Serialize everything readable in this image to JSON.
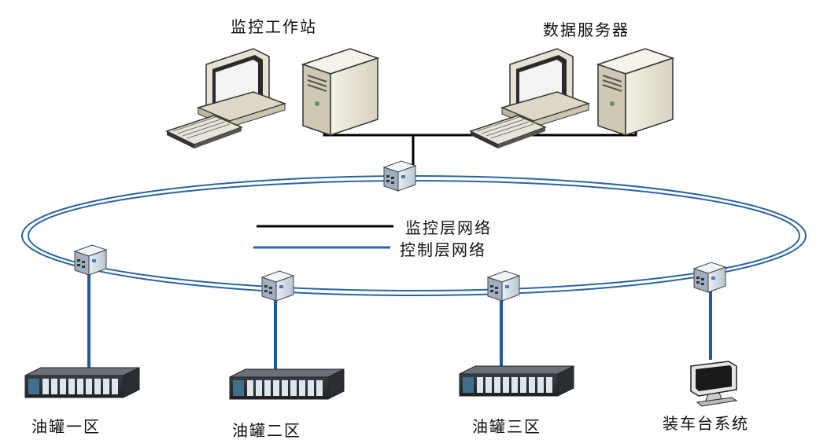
{
  "nodes": {
    "workstation": "监控工作站",
    "data_server": "数据服务器",
    "tank_zone_1": "油罐一区",
    "tank_zone_2": "油罐二区",
    "tank_zone_3": "油罐三区",
    "loading_system": "装车台系统"
  },
  "legend": {
    "monitor_network": "监控层网络",
    "control_network": "控制层网络"
  },
  "colors": {
    "monitor_line": "#000000",
    "control_line": "#1f5a9a"
  },
  "icons": [
    "desktop-computer-icon",
    "server-tower-icon",
    "network-switch-icon",
    "plc-rack-icon",
    "monitor-icon"
  ]
}
